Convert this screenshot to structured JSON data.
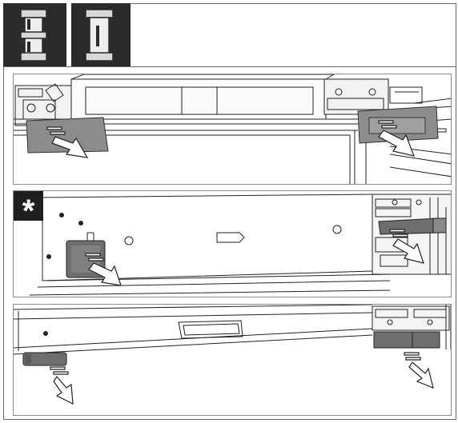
{
  "header": {
    "icons": [
      "hinge-with-spacer-icon",
      "hinge-single-slot-icon"
    ]
  },
  "panels": [
    {
      "id": "step-1",
      "subject": "remove-cover-caps-top"
    },
    {
      "id": "step-2",
      "subject": "remove-cover-caps-side",
      "badge": "*"
    },
    {
      "id": "step-3",
      "subject": "remove-cover-caps-bottom"
    }
  ],
  "colors": {
    "icon_tile": "#2b2b2b",
    "cap_gray": "#8a8a8a",
    "cap_dark": "#6a6a6a",
    "line": "#222222",
    "background": "#ffffff"
  }
}
